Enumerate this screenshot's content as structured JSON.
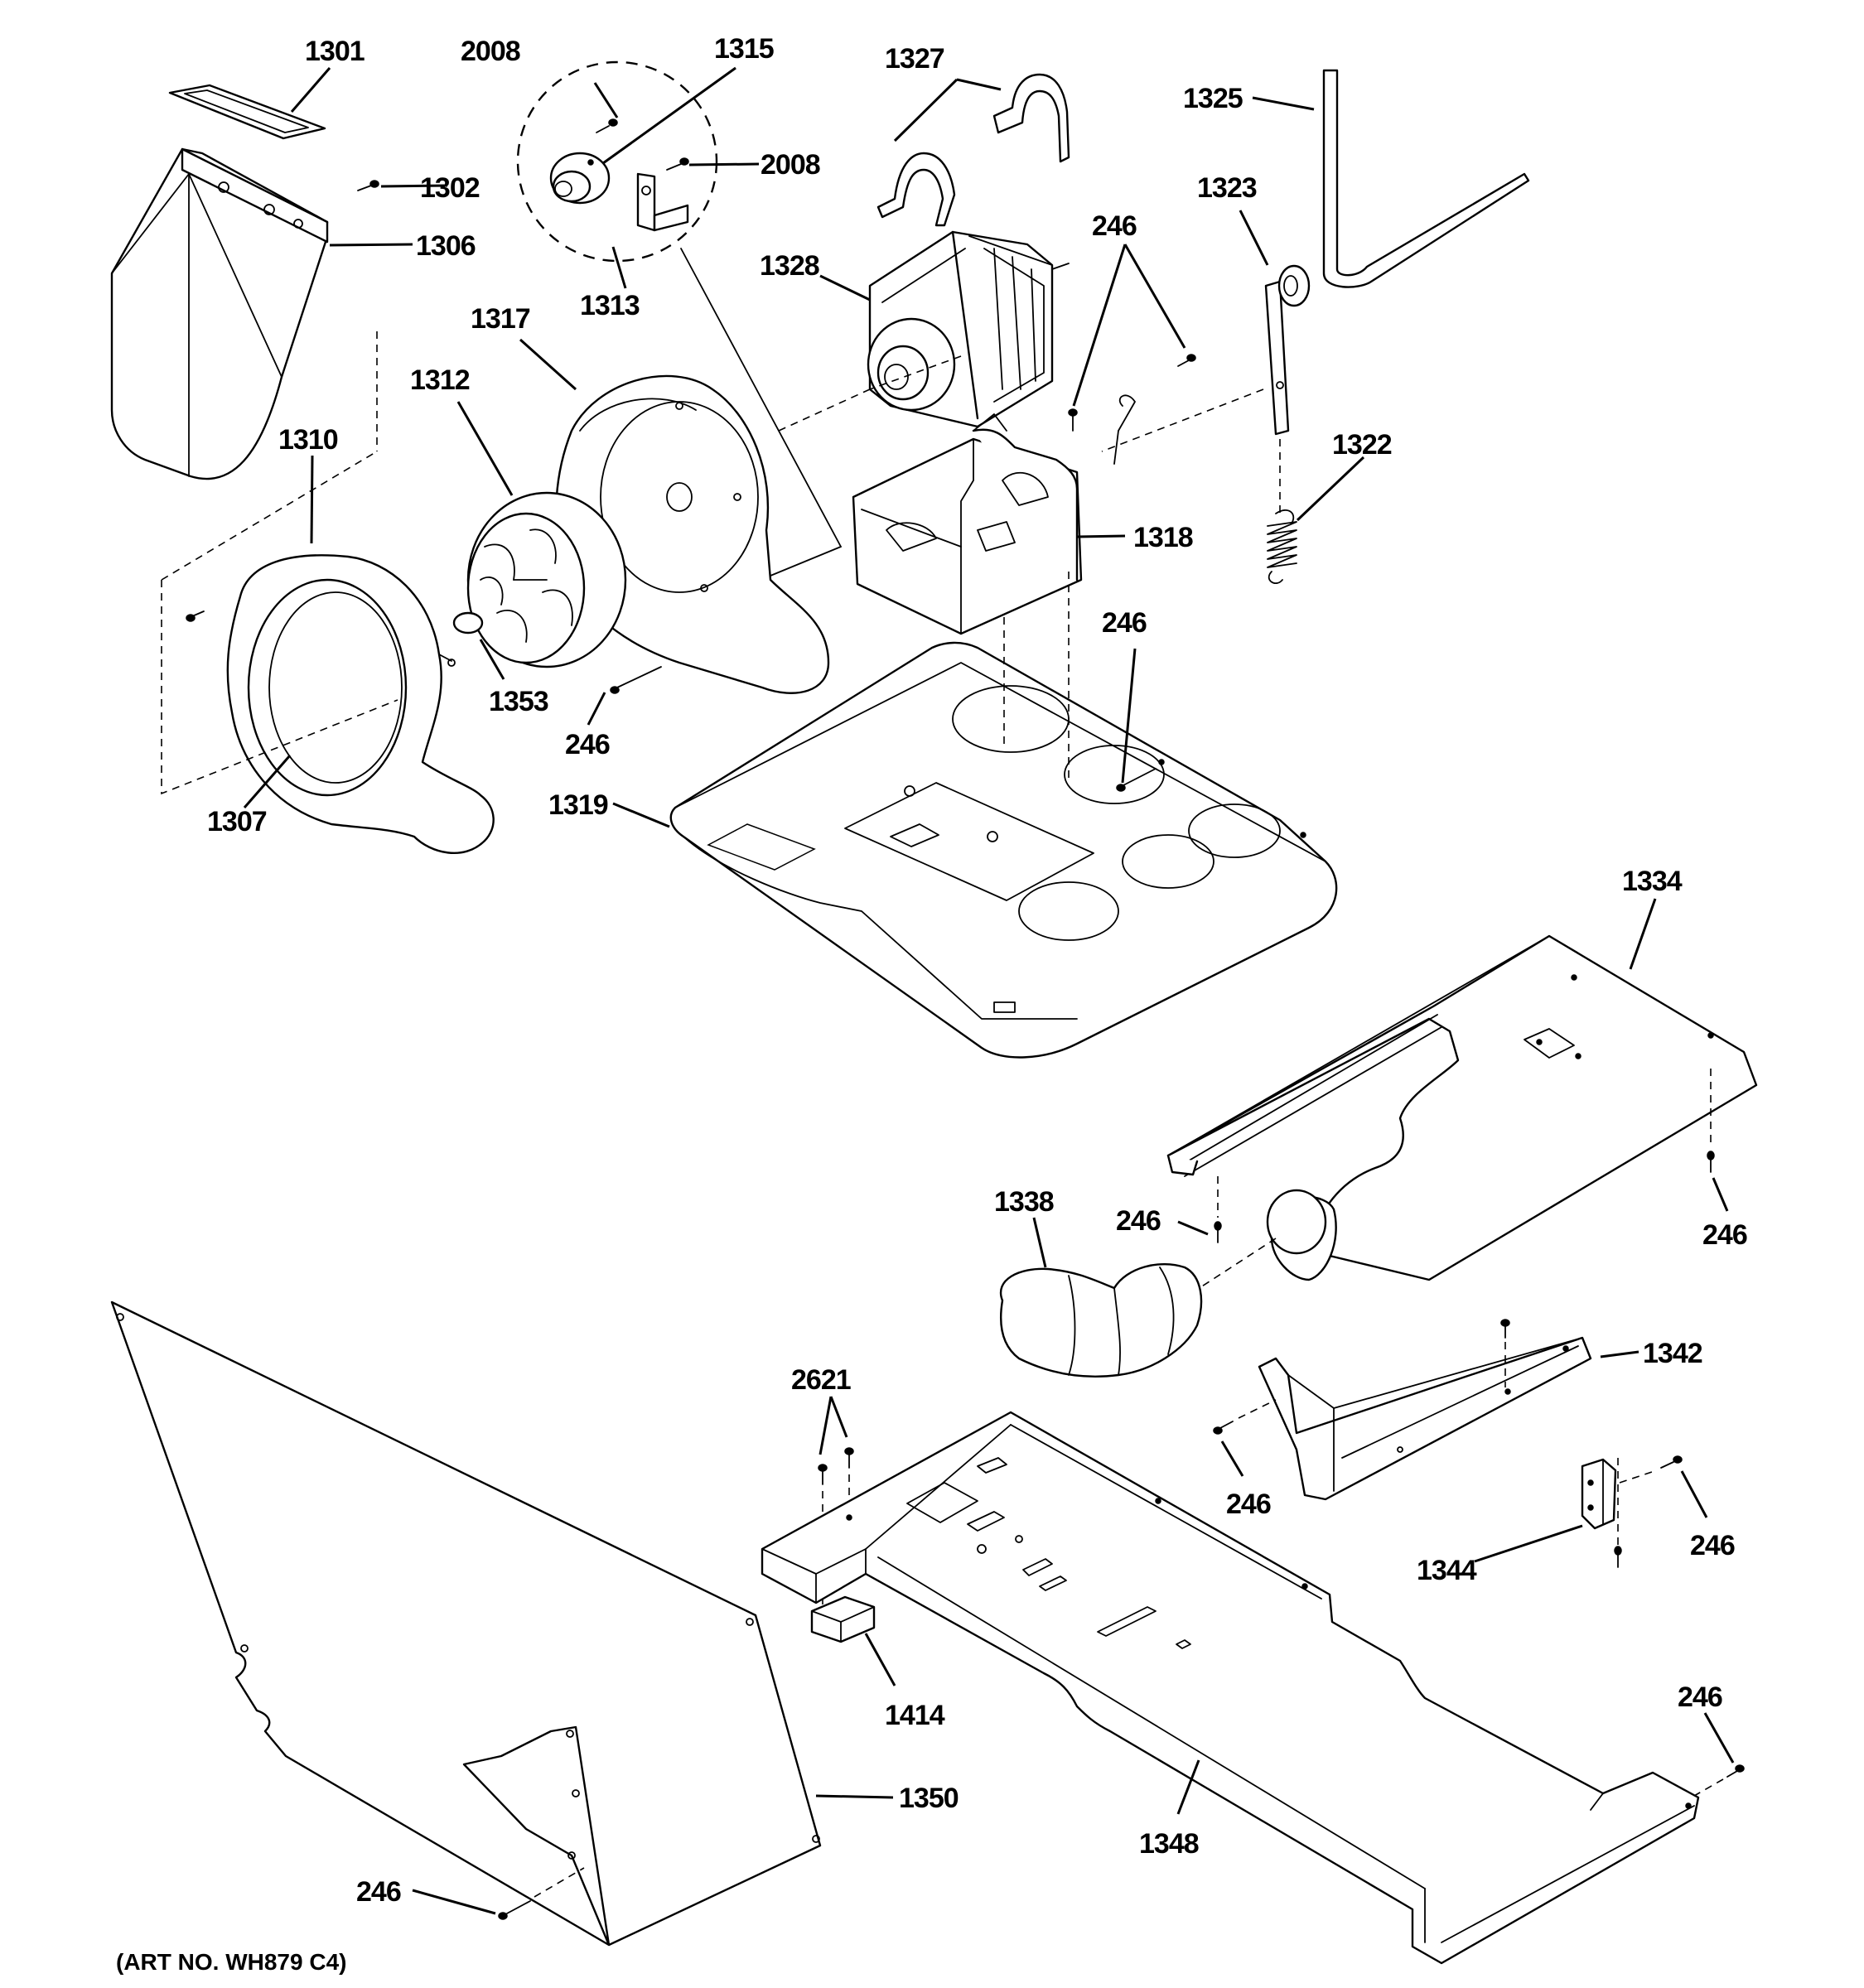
{
  "art_number": "(ART NO. WH879 C4)",
  "labels": {
    "p1301": "1301",
    "p2008a": "2008",
    "p1315": "1315",
    "p1327": "1327",
    "p1325": "1325",
    "p1302": "1302",
    "p2008b": "2008",
    "p1323": "1323",
    "p1306": "1306",
    "p1328": "1328",
    "p246a": "246",
    "p1313": "1313",
    "p1317": "1317",
    "p1312": "1312",
    "p1322": "1322",
    "p1310": "1310",
    "p1318": "1318",
    "p246b": "246",
    "p1353": "1353",
    "p246c": "246",
    "p1319": "1319",
    "p1307": "1307",
    "p1334": "1334",
    "p1338": "1338",
    "p246d": "246",
    "p246e": "246",
    "p1342": "1342",
    "p2621": "2621",
    "p246f": "246",
    "p246g": "246",
    "p1344": "1344",
    "p1414": "1414",
    "p246h": "246",
    "p1350": "1350",
    "p1348": "1348",
    "p246i": "246"
  }
}
